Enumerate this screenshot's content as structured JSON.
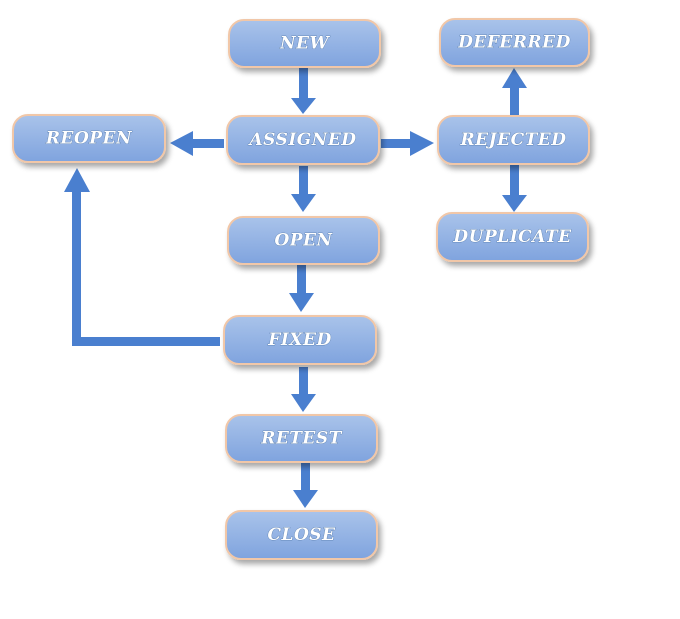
{
  "diagram": {
    "type": "flowchart",
    "title": "",
    "colors": {
      "node_fill_top": "#a9c3ea",
      "node_fill_bottom": "#7fa3de",
      "node_border": "#f1c7a8",
      "label_text": "#ffffff",
      "arrow": "#4a7fcf"
    },
    "nodes": {
      "new": "NEW",
      "deferred": "DEFERRED",
      "reopen": "REOPEN",
      "assigned": "ASSIGNED",
      "rejected": "REJECTED",
      "open": "OPEN",
      "duplicate": "DUPLICATE",
      "fixed": "FIXED",
      "retest": "RETEST",
      "close": "CLOSE"
    },
    "edges": [
      {
        "from": "NEW",
        "to": "ASSIGNED"
      },
      {
        "from": "ASSIGNED",
        "to": "REOPEN"
      },
      {
        "from": "ASSIGNED",
        "to": "REJECTED"
      },
      {
        "from": "REJECTED",
        "to": "DEFERRED"
      },
      {
        "from": "REJECTED",
        "to": "DUPLICATE"
      },
      {
        "from": "ASSIGNED",
        "to": "OPEN"
      },
      {
        "from": "OPEN",
        "to": "FIXED"
      },
      {
        "from": "FIXED",
        "to": "REOPEN"
      },
      {
        "from": "FIXED",
        "to": "RETEST"
      },
      {
        "from": "RETEST",
        "to": "CLOSE"
      }
    ]
  }
}
